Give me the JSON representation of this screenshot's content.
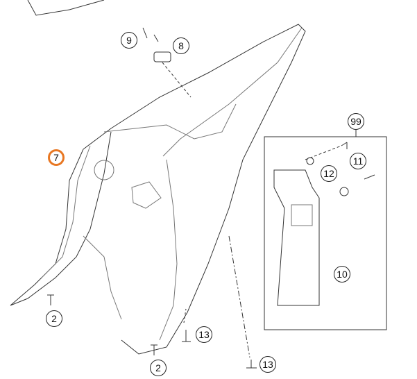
{
  "diagram": {
    "highlight_color": "#e87722",
    "callouts": [
      {
        "id": "c9",
        "label": "9",
        "highlighted": false
      },
      {
        "id": "c8",
        "label": "8",
        "highlighted": false
      },
      {
        "id": "c7",
        "label": "7",
        "highlighted": true
      },
      {
        "id": "c99",
        "label": "99",
        "highlighted": false
      },
      {
        "id": "c11",
        "label": "11",
        "highlighted": false
      },
      {
        "id": "c12",
        "label": "12",
        "highlighted": false
      },
      {
        "id": "c10",
        "label": "10",
        "highlighted": false
      },
      {
        "id": "c2a",
        "label": "2",
        "highlighted": false
      },
      {
        "id": "c13a",
        "label": "13",
        "highlighted": false
      },
      {
        "id": "c2b",
        "label": "2",
        "highlighted": false
      },
      {
        "id": "c13b",
        "label": "13",
        "highlighted": false
      }
    ]
  }
}
